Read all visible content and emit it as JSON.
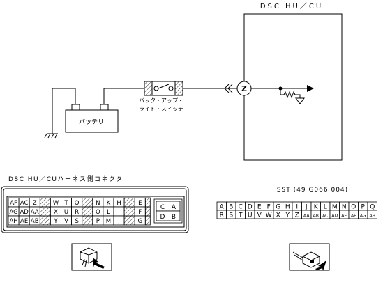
{
  "ecu": {
    "title": "DSC HU／CU",
    "terminal": "Z"
  },
  "switch": {
    "line1": "バック・アップ・",
    "line2": "ライト・スイッチ"
  },
  "battery": {
    "label": "バッテリ"
  },
  "connector": {
    "title": "DSC HU／CUハーネス側コネクタ",
    "row1": [
      "AF",
      "AC",
      "Z",
      "",
      "W",
      "T",
      "Q",
      "",
      "N",
      "K",
      "H",
      "",
      "E"
    ],
    "row2": [
      "AG",
      "AD",
      "AA",
      "",
      "X",
      "U",
      "R",
      "",
      "O",
      "L",
      "I",
      "",
      "F"
    ],
    "row3": [
      "AH",
      "AE",
      "AB",
      "",
      "Y",
      "V",
      "S",
      "",
      "P",
      "M",
      "J",
      "",
      "G"
    ],
    "side": [
      [
        "C",
        "A"
      ],
      [
        "D",
        "B"
      ]
    ]
  },
  "sst": {
    "title": "SST (49 G066 004)",
    "row1": [
      "A",
      "B",
      "C",
      "D",
      "E",
      "F",
      "G",
      "H",
      "I",
      "J",
      "K",
      "L",
      "M",
      "N",
      "O",
      "P",
      "Q"
    ],
    "row2": [
      "R",
      "S",
      "T",
      "U",
      "V",
      "W",
      "X",
      "Y",
      "Z",
      "AA",
      "AB",
      "AC",
      "AD",
      "AE",
      "AF",
      "AG",
      "AH"
    ]
  }
}
